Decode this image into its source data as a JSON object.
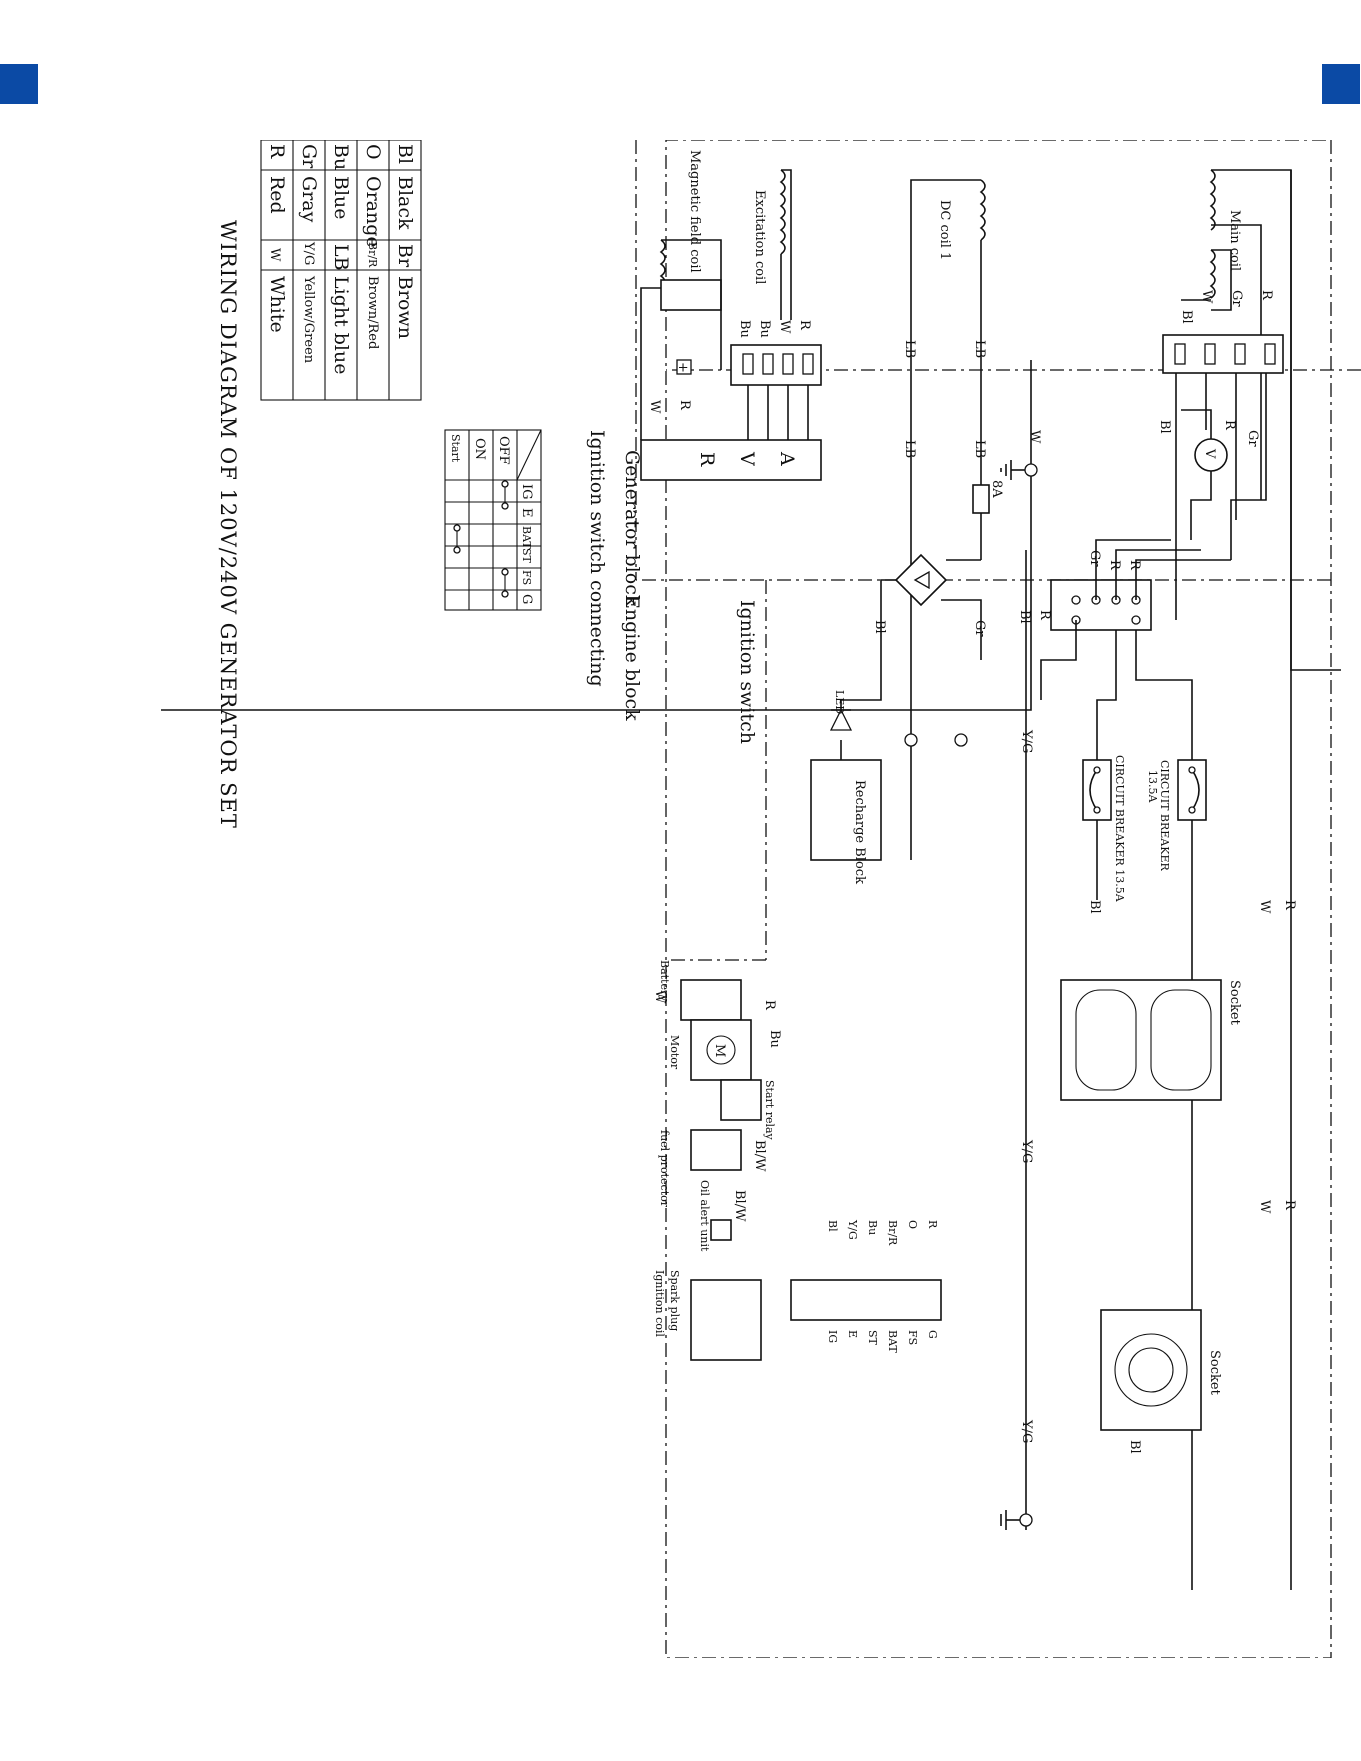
{
  "title": "WIRING DIAGRAM OF 120V/240V GENERATOR SET",
  "legend": [
    {
      "code": "Bl",
      "name": "Black",
      "code2": "Br",
      "name2": "Brown"
    },
    {
      "code": "O",
      "name": "Orange",
      "code2": "Br/R",
      "name2": "Brown/Red"
    },
    {
      "code": "Bu",
      "name": "Blue",
      "code2": "LB",
      "name2": "Light blue"
    },
    {
      "code": "Gr",
      "name": "Gray",
      "code2": "Y/G",
      "name2": "Yellow/Green"
    },
    {
      "code": "R",
      "name": "Red",
      "code2": "W",
      "name2": "White"
    }
  ],
  "switch_table": {
    "headers": [
      "IG",
      "E",
      "BAT",
      "ST",
      "FS",
      "G"
    ],
    "rows": [
      "OFF",
      "ON",
      "Start"
    ]
  },
  "blocks": {
    "generator": "Generator block",
    "engine": "Engine block",
    "ignition_connecting": "Ignition switch connecting",
    "ignition_switch": "Ignition switch"
  },
  "components": {
    "main_coil": "Main coil",
    "dc_coil": "DC coil 1",
    "excitation_coil": "Excitation coil",
    "magnetic_field_coil": "Magnetic field coil",
    "avr_a": "A",
    "avr_v": "V",
    "avr_r": "R",
    "voltmeter": "V",
    "fuse": "8A",
    "led": "LED",
    "recharge_block": "Recharge Block",
    "breaker_label": "CIRCUIT BREAKER",
    "breaker_rating": "13.5A",
    "breaker2_label": "CIRCUIT BREAKER 13.5A",
    "socket": "Socket",
    "battery": "Battery",
    "motor": "Motor",
    "start_relay": "Start relay",
    "fuel_protector": "fuel protector",
    "oil_alert": "Oil alert unit",
    "spark_plug": "Spark plug",
    "ignition_coil": "Ignition coil",
    "motor_symbol": "M",
    "plus": "+"
  },
  "wire_labels": {
    "R": "R",
    "Gr": "Gr",
    "W": "W",
    "Bl": "Bl",
    "Bu": "Bu",
    "LB": "LB",
    "YG": "Y/G",
    "BrR": "Br/R",
    "O": "O",
    "BlW": "Bl/W"
  },
  "terminal_labels": [
    "G",
    "FS",
    "BAT",
    "ST",
    "E",
    "IG"
  ]
}
